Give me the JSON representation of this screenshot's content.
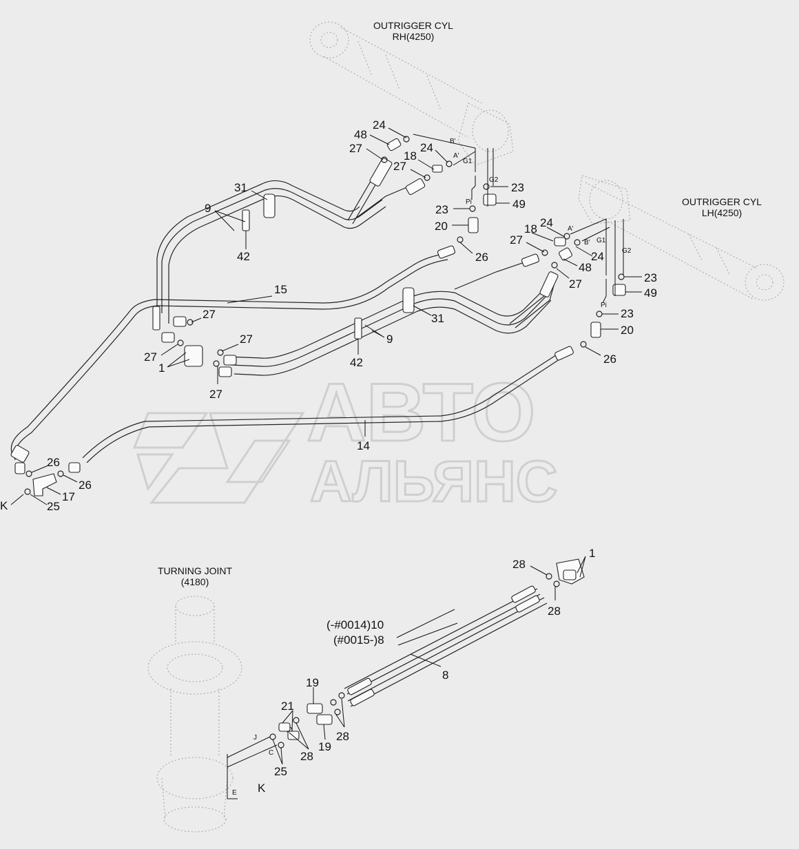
{
  "components": {
    "rh_cylinder": {
      "line1": "OUTRIGGER CYL",
      "line2": "RH(4250)"
    },
    "lh_cylinder": {
      "line1": "OUTRIGGER CYL",
      "line2": "LH(4250)"
    },
    "turning_joint": {
      "line1": "TURNING JOINT",
      "line2": "(4180)"
    }
  },
  "watermark": {
    "line1": "АВТО",
    "line2": "АЛЬЯНС"
  },
  "port_labels": {
    "b_prime": "B'",
    "a_prime": "A'",
    "g1": "G1",
    "g2": "G2",
    "pi": "Pi",
    "j": "J",
    "c": "C",
    "e": "E"
  },
  "connector_letter": "K",
  "part_numbers": {
    "p1": "1",
    "p8": "8",
    "p9": "9",
    "p10_range": "(-#0014)10",
    "p8_range": "(#0015-)8",
    "p14": "14",
    "p15": "15",
    "p17": "17",
    "p18": "18",
    "p19": "19",
    "p20": "20",
    "p21": "21",
    "p23": "23",
    "p24": "24",
    "p25": "25",
    "p26": "26",
    "p27": "27",
    "p28": "28",
    "p31": "31",
    "p42": "42",
    "p48": "48",
    "p49": "49"
  }
}
